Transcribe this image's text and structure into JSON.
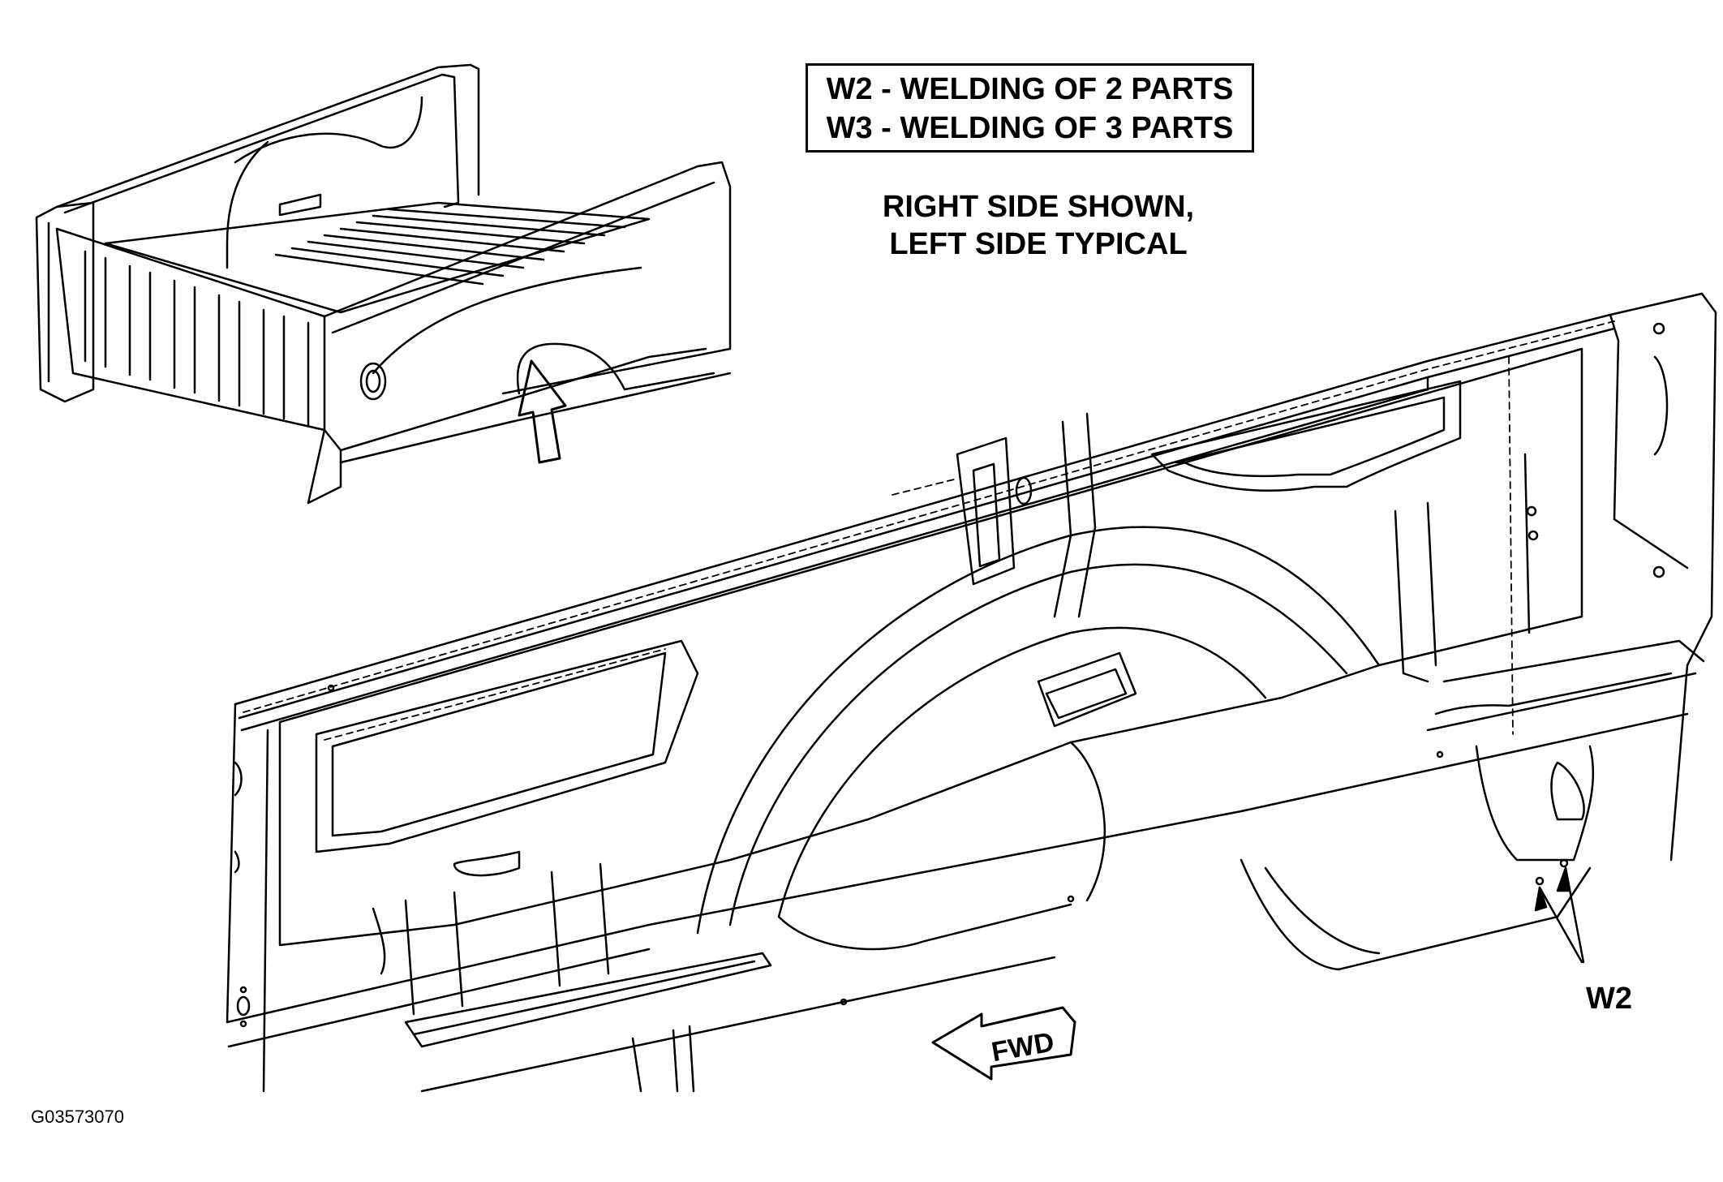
{
  "legend": {
    "w2": "W2 - WELDING OF 2 PARTS",
    "w3": "W3 - WELDING OF 3 PARTS"
  },
  "note": {
    "line1": "RIGHT SIDE SHOWN,",
    "line2": "LEFT SIDE TYPICAL"
  },
  "callouts": {
    "weld": "W2",
    "direction": "FWD"
  },
  "figure_id": "G03573070",
  "colors": {
    "ink": "#000000",
    "paper": "#ffffff"
  }
}
